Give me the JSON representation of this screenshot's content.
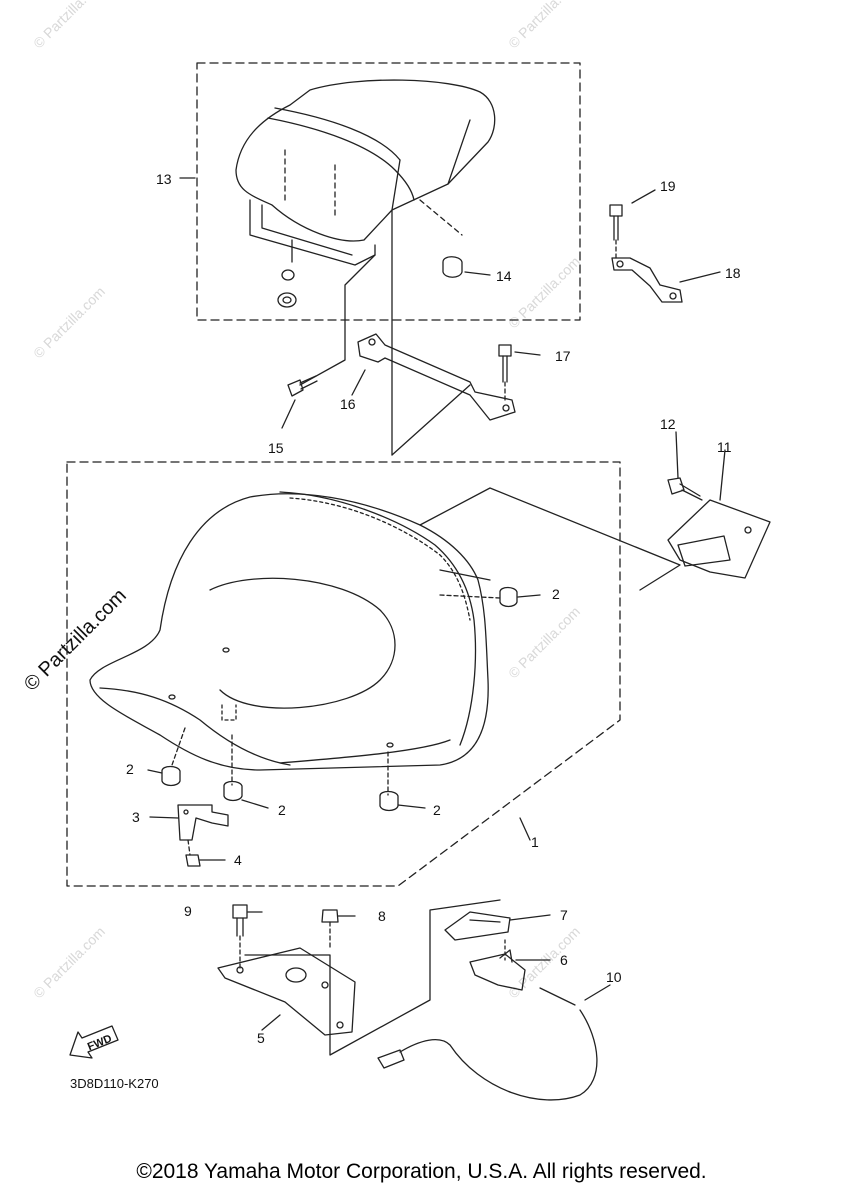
{
  "diagram": {
    "reference_code": "3D8D110-K270",
    "copyright": "©2018 Yamaha Motor Corporation, U.S.A. All rights reserved.",
    "fwd_label": "FWD",
    "watermark": "© Partzilla.com",
    "callouts": [
      "1",
      "2",
      "2",
      "2",
      "2",
      "3",
      "4",
      "5",
      "6",
      "7",
      "8",
      "9",
      "10",
      "11",
      "12",
      "13",
      "14",
      "15",
      "16",
      "17",
      "18",
      "19"
    ]
  },
  "colors": {
    "line": "#222222",
    "watermark": "#d8d8d8"
  }
}
